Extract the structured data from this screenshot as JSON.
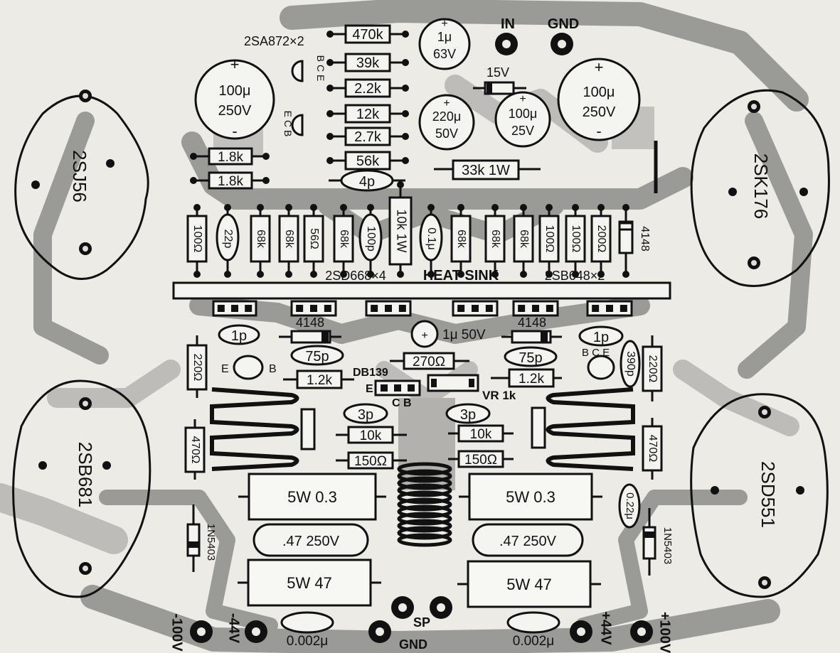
{
  "pads": {
    "in": "IN",
    "gnd_top": "GND",
    "sp": "SP",
    "gnd_bottom": "GND",
    "neg100": "-100V",
    "neg44": "-44V",
    "pos44": "+44V",
    "pos100": "+100V"
  },
  "labels": {
    "q_top_small": "2SA872×2",
    "q_small_a_pins": "BCE",
    "q_small_b_pins": "ECB",
    "heat_sink": "HEAT SINK",
    "left_bank": "2SD668×4",
    "right_bank": "2SB648×2",
    "db139": "DB139",
    "db139_e": "E",
    "db139_cb": "C B",
    "vr": "VR 1k",
    "left_q_pins_e": "E",
    "left_q_pins_b": "B",
    "right_q_pins": "B C E",
    "zener": "15V"
  },
  "transistors": {
    "to3_top_left": "2SJ56",
    "to3_bottom_left": "2SB681",
    "to3_top_right": "2SK176",
    "to3_bottom_right": "2SD551"
  },
  "resistors_top": [
    "470k",
    "39k",
    "2.2k",
    "12k",
    "2.7k",
    "56k"
  ],
  "resistors_left_top": [
    "1.8k",
    "1.8k"
  ],
  "resistor_33k": "33k 1W",
  "vertical_row": [
    "100Ω",
    "22p",
    "68k",
    "68k",
    "56Ω",
    "68k",
    "100p",
    "10k 1W",
    "0.1μ",
    "68k",
    "68k",
    "68k",
    "100Ω",
    "100Ω",
    "200Ω",
    "4148"
  ],
  "caps": {
    "c1_top": "1μ",
    "c1_top_v": "63V",
    "c100_left": "100μ",
    "c100_left_v": "250V",
    "c100_right": "100μ",
    "c100_right_v": "250V",
    "c220": "220μ",
    "c220_v": "50V",
    "c100_small": "100μ",
    "c100_small_v": "25V",
    "c4p": "4p",
    "c1_mid": "1μ 50V"
  },
  "mid": {
    "d_left": "4148",
    "d_right": "4148",
    "c1p_left": "1p",
    "c1p_right": "1p",
    "c75p_left": "75p",
    "c75p_right": "75p",
    "r270": "270Ω",
    "r12k_left": "1.2k",
    "r12k_right": "1.2k",
    "r220_left": "220Ω",
    "r220_right": "220Ω",
    "c390p": "390p",
    "c3p_left": "3p",
    "c3p_right": "3p",
    "r10k_left": "10k",
    "r10k_right": "10k",
    "r150_left": "150Ω",
    "r150_right": "150Ω",
    "r470_left": "470Ω",
    "r470_right": "470Ω"
  },
  "power": {
    "res5w03_left": "5W 0.3",
    "res5w03_right": "5W 0.3",
    "cap47_left": ".47 250V",
    "cap47_right": ".47 250V",
    "res5w47_left": "5W 47",
    "res5w47_right": "5W 47",
    "c022": "0.22μ",
    "diode_left": "1N5403",
    "diode_right": "1N5403",
    "c0002_left": "0.002μ",
    "c0002_right": "0.002μ"
  }
}
